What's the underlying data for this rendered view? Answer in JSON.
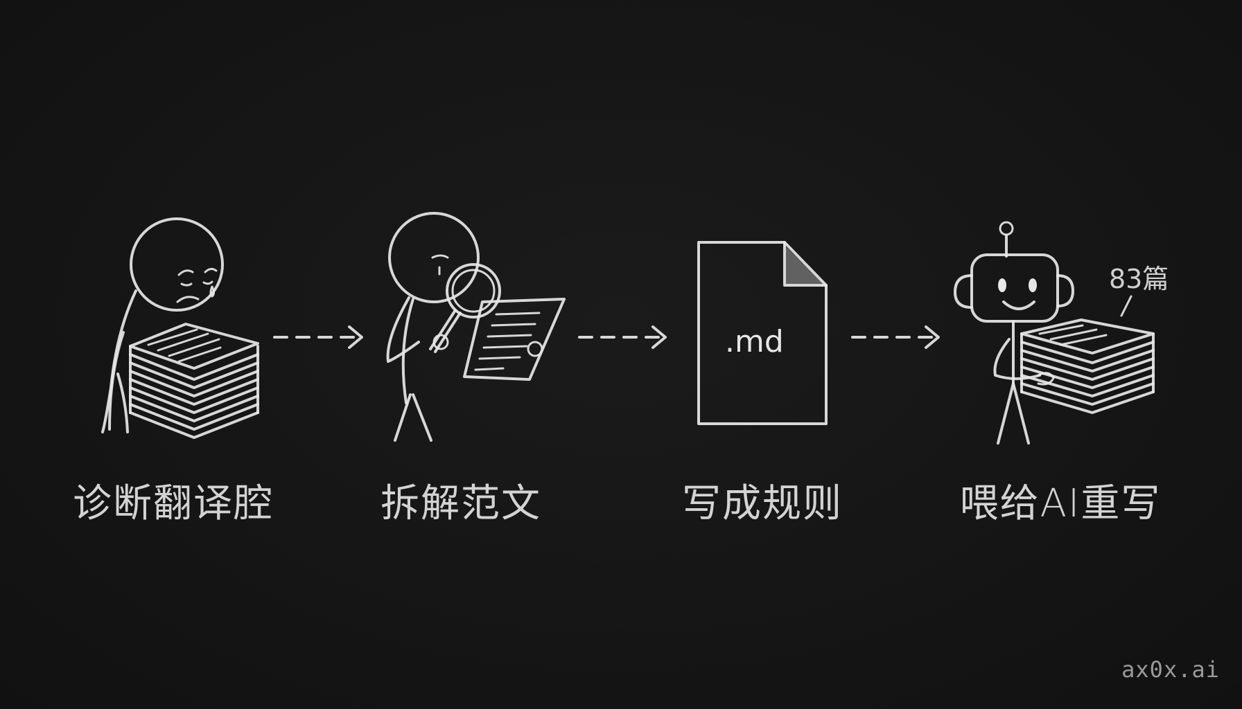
{
  "steps": [
    {
      "label": "诊断翻译腔",
      "icon": "worried-person-with-paper-stack-icon"
    },
    {
      "label": "拆解范文",
      "icon": "person-with-magnifying-glass-icon"
    },
    {
      "label": "写成规则",
      "icon": "markdown-file-icon"
    },
    {
      "label": "喂给AI重写",
      "icon": "robot-with-paper-stack-icon"
    }
  ],
  "file_label": ".md",
  "count_annotation": "83篇",
  "watermark": "ax0x.ai",
  "colors": {
    "background": "#151515",
    "chalk": "#e8e8e8"
  }
}
